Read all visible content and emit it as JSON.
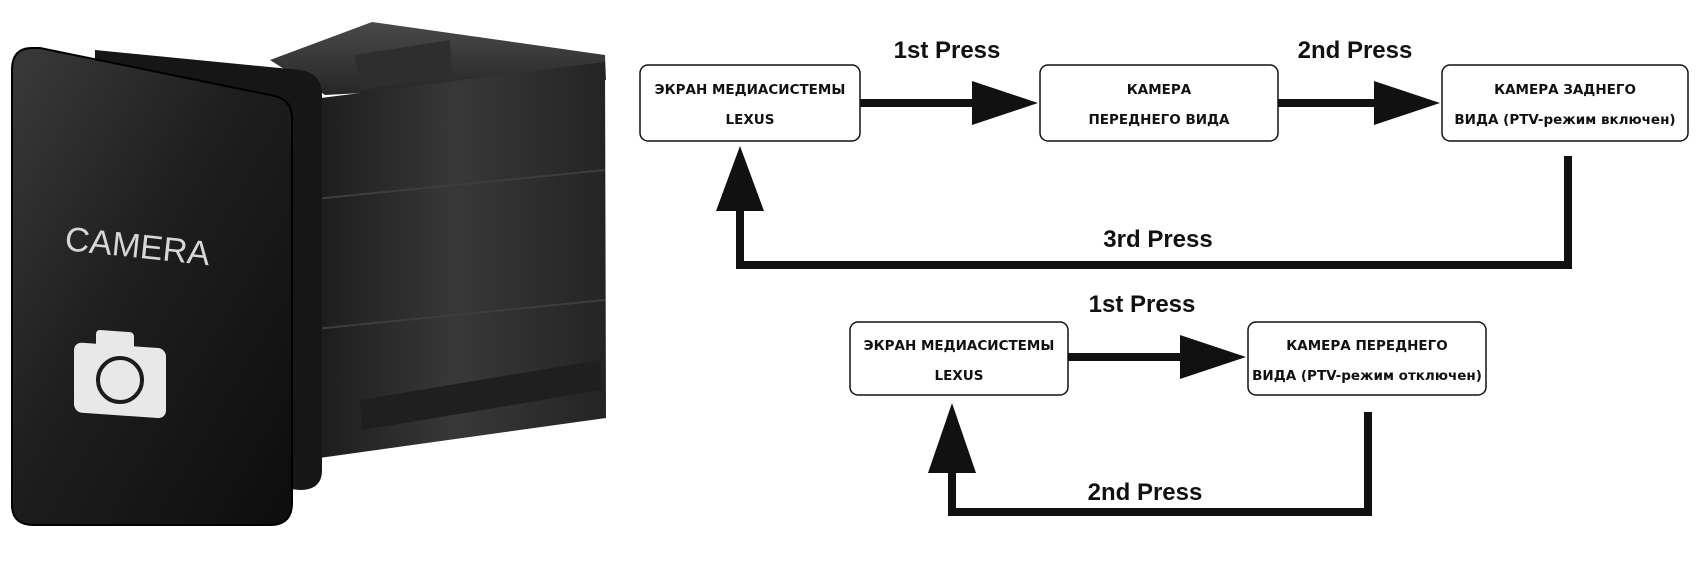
{
  "product": {
    "label": "CAMERA",
    "icon": "camera-icon"
  },
  "diagram1": {
    "box_a": [
      "ЭКРАН МЕДИАСИСТЕМЫ",
      "LEXUS"
    ],
    "box_b": [
      "КАМЕРА",
      "ПЕРЕДНЕГО ВИДА"
    ],
    "box_c": [
      "КАМЕРА ЗАДНЕГО",
      "ВИДА (PTV-режим включен)"
    ],
    "press_1": "1st Press",
    "press_2": "2nd Press",
    "press_3": "3rd Press"
  },
  "diagram2": {
    "box_a": [
      "ЭКРАН МЕДИАСИСТЕМЫ",
      "LEXUS"
    ],
    "box_b": [
      "КАМЕРА ПЕРЕДНЕГО",
      "ВИДА (PTV-режим отключен)"
    ],
    "press_1": "1st Press",
    "press_2": "2nd Press"
  },
  "colors": {
    "line": "#111111",
    "switch_body": "#2a2a2a",
    "switch_face": "#1c1c1c"
  }
}
